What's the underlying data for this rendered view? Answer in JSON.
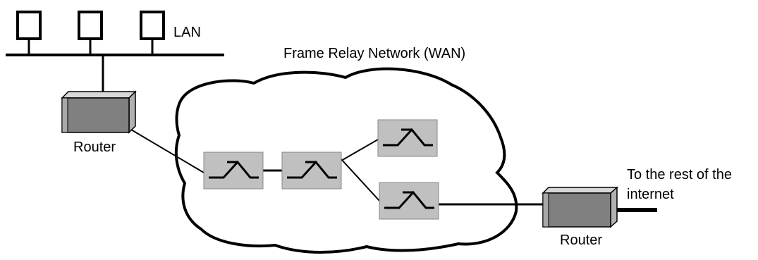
{
  "labels": {
    "lan": "LAN",
    "wan": "Frame Relay Network (WAN)",
    "router_left": "Router",
    "router_right": "Router",
    "internet_line1": "To the rest of the",
    "internet_line2": "internet"
  },
  "nodes": {
    "computers": [
      {
        "name": "computer-1",
        "icon": "computer-terminal-icon"
      },
      {
        "name": "computer-2",
        "icon": "computer-terminal-icon"
      },
      {
        "name": "computer-3",
        "icon": "computer-terminal-icon"
      }
    ],
    "routers": [
      {
        "name": "router-left",
        "icon": "router-box-icon"
      },
      {
        "name": "router-right",
        "icon": "router-box-icon"
      }
    ],
    "switches": [
      {
        "name": "frame-relay-switch-1",
        "icon": "switch-icon"
      },
      {
        "name": "frame-relay-switch-2",
        "icon": "switch-icon"
      },
      {
        "name": "frame-relay-switch-3",
        "icon": "switch-icon"
      },
      {
        "name": "frame-relay-switch-4",
        "icon": "switch-icon"
      }
    ]
  },
  "colors": {
    "stroke": "#000000",
    "switch_fill": "#c0c0c0",
    "router_front": "#808080",
    "router_top": "#d8d8d8",
    "router_side": "#b0b0b0",
    "background": "#ffffff"
  }
}
